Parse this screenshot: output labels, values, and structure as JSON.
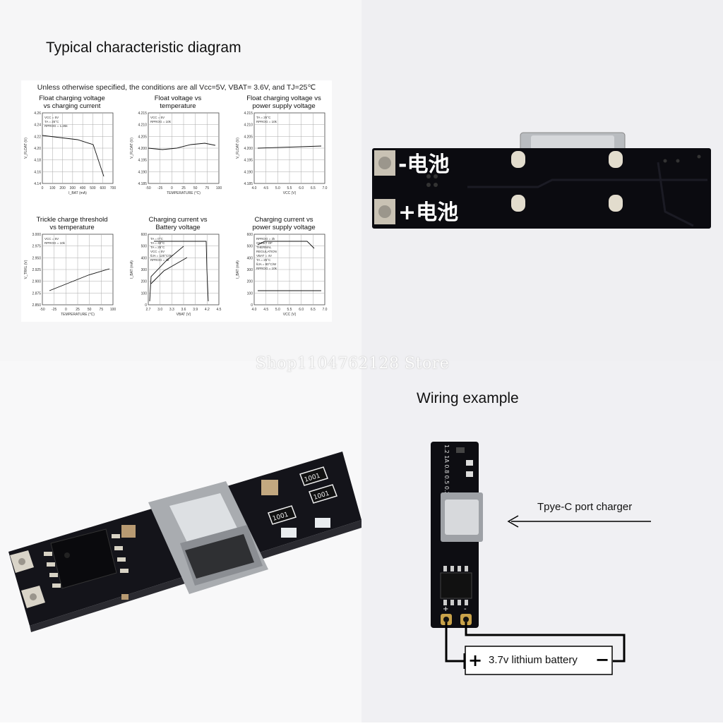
{
  "headings": {
    "characteristic": "Typical characteristic diagram",
    "wiring": "Wiring example"
  },
  "conditions": "Unless otherwise specified, the conditions are all Vcc=5V, VBAT= 3.6V, and TJ=25℃",
  "charts": [
    {
      "line1": "Float charging voltage",
      "line2": "vs charging current",
      "xlabel": "I_BAT (mA)",
      "ylabel": "V_FLOAT (V)",
      "xticks": [
        "0",
        "100",
        "200",
        "300",
        "400",
        "500",
        "600",
        "700"
      ],
      "yticks": [
        "4.26",
        "4.24",
        "4.22",
        "4.20",
        "4.18",
        "4.16",
        "4.14"
      ],
      "notes": [
        "VCC = 5V",
        "TA = 25°C",
        "RPROG = 1.25k"
      ]
    },
    {
      "line1": "Float voltage vs",
      "line2": "temperature",
      "xlabel": "TEMPERATURE (°C)",
      "ylabel": "V_FLOAT (V)",
      "xticks": [
        "-50",
        "-25",
        "0",
        "25",
        "50",
        "75",
        "100"
      ],
      "yticks": [
        "4.215",
        "4.210",
        "4.205",
        "4.200",
        "4.195",
        "4.190",
        "4.185"
      ],
      "notes": [
        "VCC = 5V",
        "RPROG = 10k"
      ]
    },
    {
      "line1": "Float charging voltage vs",
      "line2": "power supply voltage",
      "xlabel": "VCC (V)",
      "ylabel": "V_FLOAT (V)",
      "xticks": [
        "4.0",
        "4.5",
        "5.0",
        "5.5",
        "6.0",
        "6.5",
        "7.0"
      ],
      "yticks": [
        "4.215",
        "4.210",
        "4.205",
        "4.200",
        "4.195",
        "4.190",
        "4.185"
      ],
      "notes": [
        "TA = 25°C",
        "RPROG = 10k"
      ]
    },
    {
      "line1": "Trickle charge threshold",
      "line2": "vs temperature",
      "xlabel": "TEMPERATURE (°C)",
      "ylabel": "V_TRKL (V)",
      "xticks": [
        "-50",
        "-25",
        "0",
        "25",
        "50",
        "75",
        "100"
      ],
      "yticks": [
        "3.000",
        "2.975",
        "2.950",
        "2.925",
        "2.900",
        "2.875",
        "2.850"
      ],
      "notes": [
        "VCC = 5V",
        "RPROG = 10k"
      ]
    },
    {
      "line1": "Charging current vs",
      "line2": "Battery voltage",
      "xlabel": "VBAT (V)",
      "ylabel": "I_BAT (mA)",
      "xticks": [
        "2.7",
        "3.0",
        "3.3",
        "3.6",
        "3.9",
        "4.2",
        "4.5"
      ],
      "yticks": [
        "600",
        "500",
        "400",
        "300",
        "200",
        "100",
        "0"
      ],
      "notes": [
        "TA = 0°C",
        "TA = 40°C",
        "TA = 25°C",
        "VCC = 5V",
        "θJA = 125°C/W",
        "RPROG = 2k"
      ]
    },
    {
      "line1": "Charging current vs",
      "line2": "power supply voltage",
      "xlabel": "VCC (V)",
      "ylabel": "I_BAT (mA)",
      "xticks": [
        "4.0",
        "4.5",
        "5.0",
        "5.5",
        "6.0",
        "6.5",
        "7.0"
      ],
      "yticks": [
        "600",
        "500",
        "400",
        "300",
        "200",
        "100",
        "0"
      ],
      "notes": [
        "RPROG = 2k",
        "ONSET OF",
        "THERMAL",
        "REGULATION",
        "VBAT = 4V",
        "TA = 25°C",
        "θJA = 80°C/W",
        "RPROG = 10k"
      ]
    }
  ],
  "pcb_back": {
    "minus_label": "-电池",
    "plus_label": "+电池"
  },
  "watermark": "Shop1104762128 Store",
  "pcb_angle": {
    "codes": [
      "1001",
      "1001",
      "1001"
    ]
  },
  "wiring": {
    "board_text": "1.2 1A 0.8 0.5 0.25",
    "plus_pad": "+",
    "minus_pad": "-",
    "charger_label": "Tpye-C port charger",
    "battery_label": "3.7v lithium battery",
    "batt_plus": "+",
    "batt_minus": "−"
  },
  "colors": {
    "pcb": "#0d0d12",
    "pad": "#c9c2b4",
    "gold": "#c9a24a"
  }
}
